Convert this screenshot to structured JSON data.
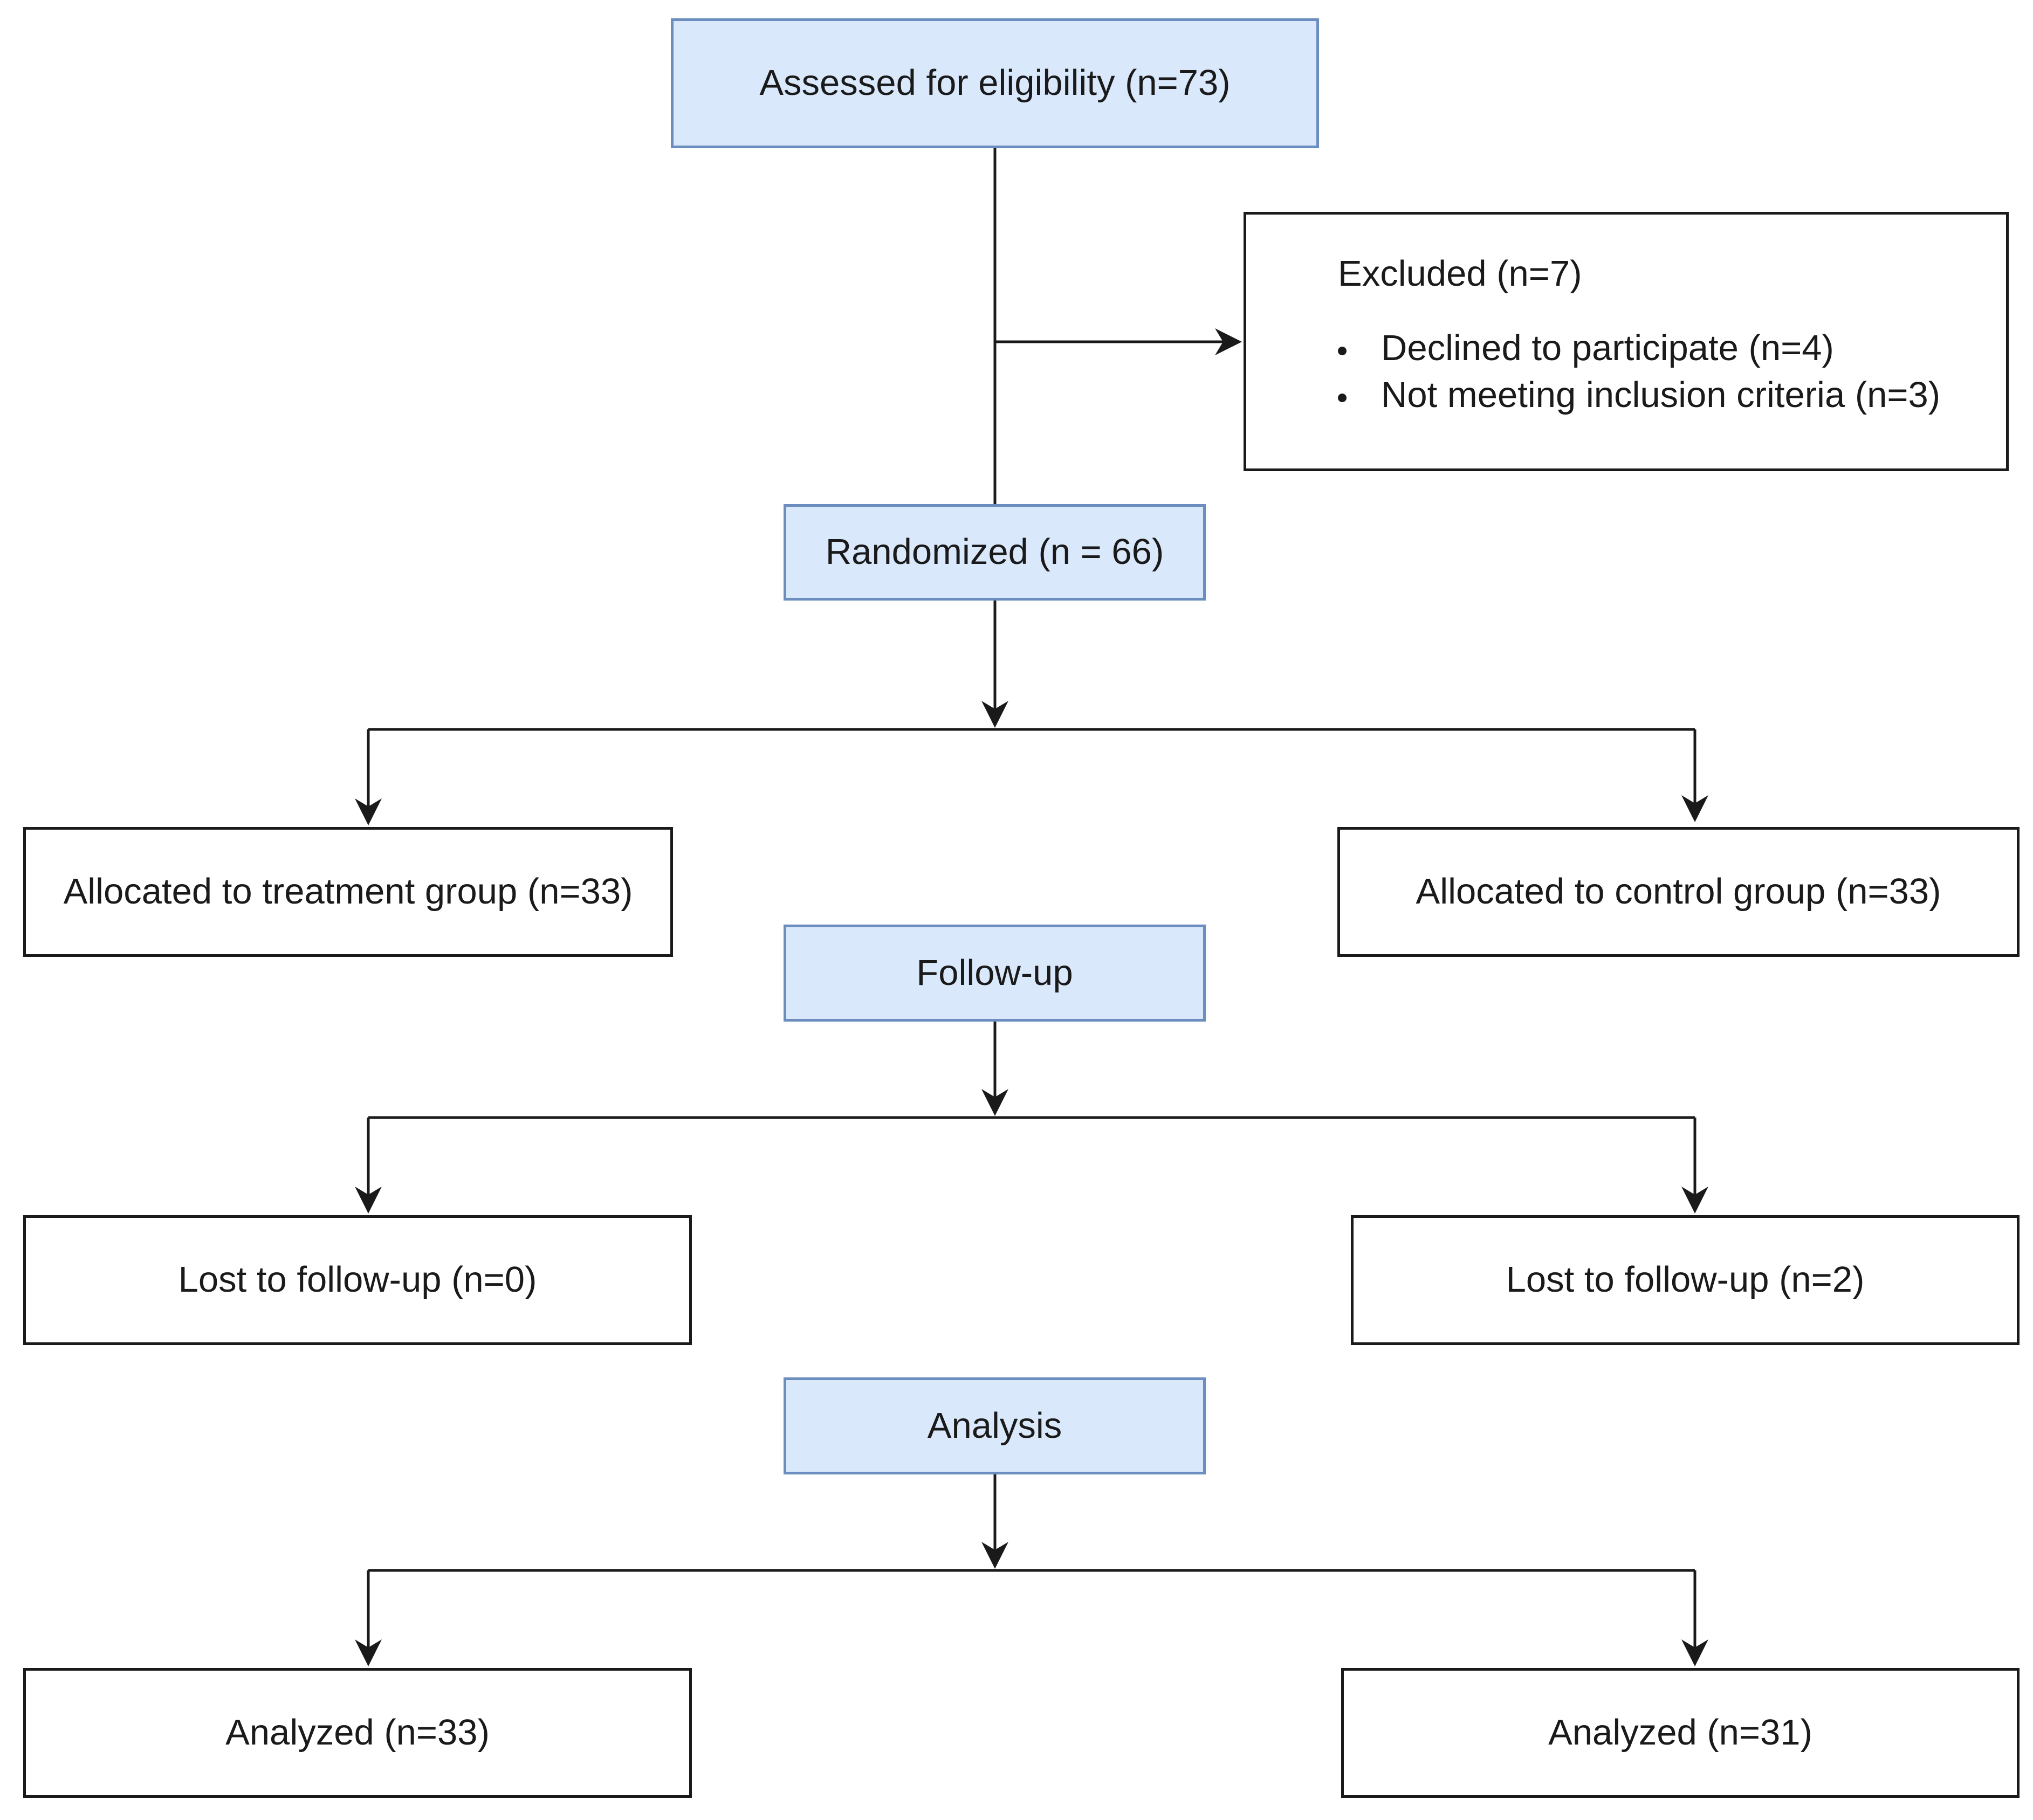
{
  "enrollment": {
    "assessed": "Assessed for eligibility (n=73)",
    "excluded": {
      "title": "Excluded (n=7)",
      "reasons": [
        "Declined to participate (n=4)",
        "Not meeting inclusion criteria (n=3)"
      ]
    },
    "randomized": "Randomized (n = 66)"
  },
  "allocation": {
    "treatment": "Allocated to treatment group (n=33)",
    "control": "Allocated to control group (n=33)"
  },
  "follow_up": {
    "stage_label": "Follow-up",
    "treatment": "Lost to follow-up (n=0)",
    "control": "Lost to follow-up (n=2)"
  },
  "analysis": {
    "stage_label": "Analysis",
    "treatment": "Analyzed (n=33)",
    "control": "Analyzed (n=31)"
  },
  "colors": {
    "stage_fill": "#dae8fc",
    "stage_border": "#6c8ebf",
    "line": "#1a1a1a"
  }
}
